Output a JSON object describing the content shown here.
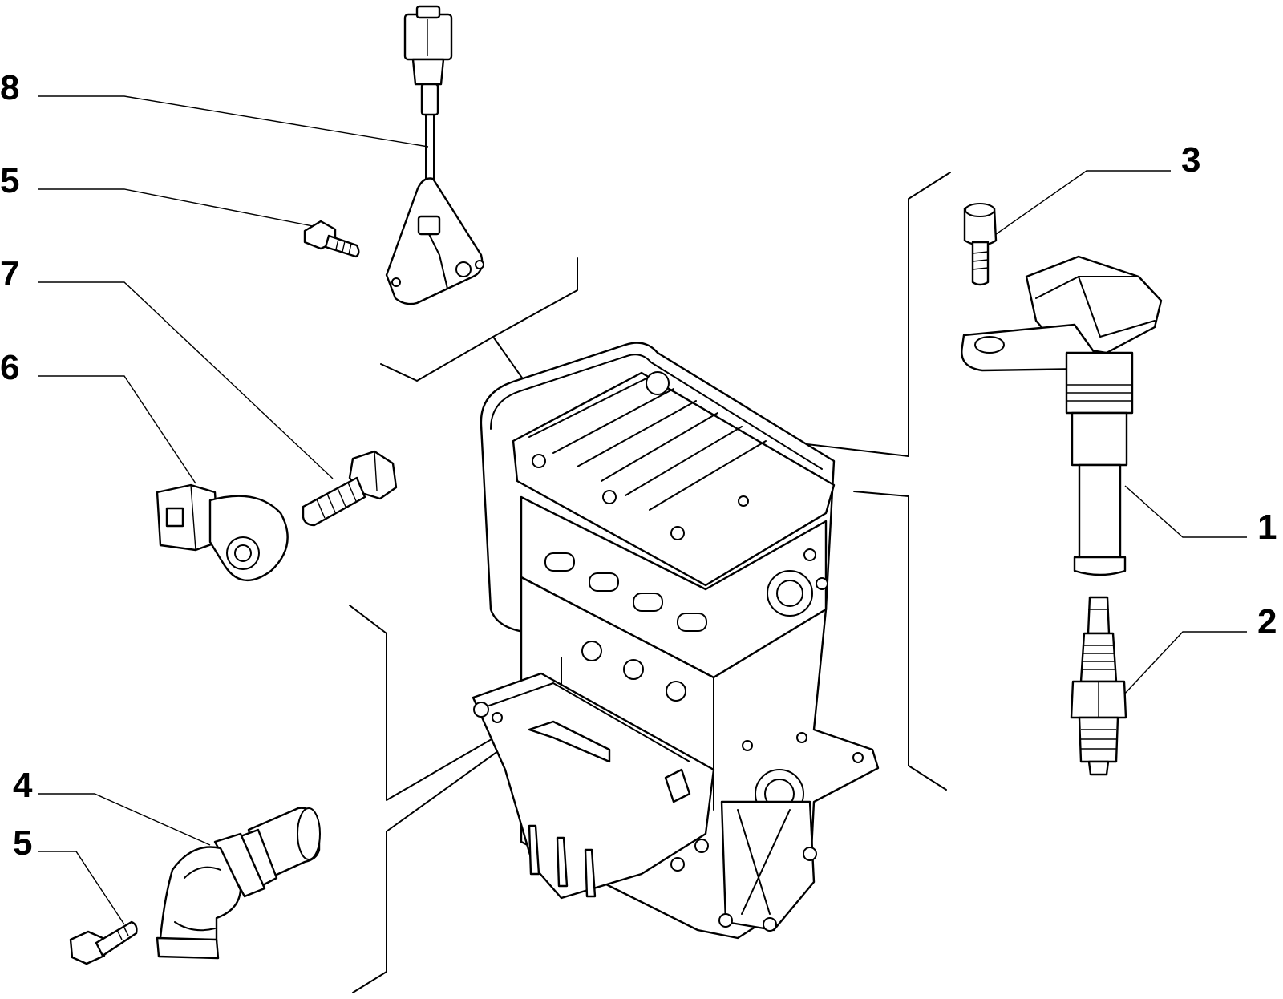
{
  "callouts": {
    "c8": "8",
    "c5_top": "5",
    "c7": "7",
    "c6": "6",
    "c3": "3",
    "c1": "1",
    "c2": "2",
    "c4": "4",
    "c5_bottom": "5"
  }
}
